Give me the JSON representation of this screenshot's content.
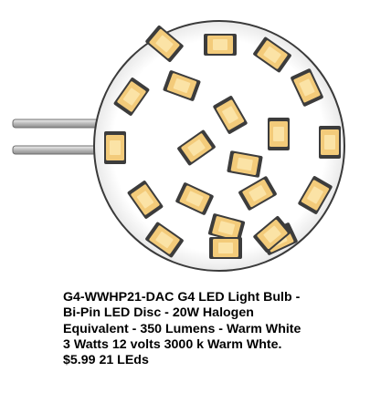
{
  "product": {
    "caption_lines": [
      "G4-WWHP21-DAC G4 LED Light Bulb -",
      "Bi-Pin LED Disc - 20W Halogen",
      "Equivalent - 350 Lumens - Warm White",
      "3 Watts 12 volts  3000 k Warm Whte.",
      "$5.99 21 LEds"
    ]
  },
  "colors": {
    "led_glow": "#f3cb7a",
    "led_center": "#fbe3a6",
    "led_housing": "#3c3c3c",
    "disc_fill": "#ffffff",
    "disc_outline": "#3a3a3a",
    "pin_metal": "#c9c9c9"
  },
  "icons": {
    "product_image": "g4-led-disc-bulb-icon",
    "led_chip": "smd-led-chip-icon",
    "pin": "bi-pin-connector-icon"
  }
}
